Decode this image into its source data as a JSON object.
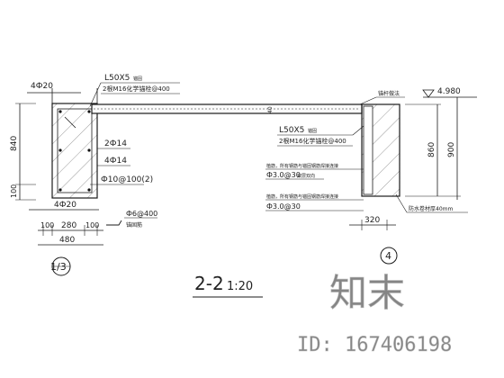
{
  "section": {
    "title_main": "2-2",
    "title_scale": "1:20"
  },
  "left_column": {
    "top_dim": "4Ф20",
    "height_dims": [
      "840",
      "100"
    ],
    "width_dims": [
      "100",
      "280",
      "100"
    ],
    "total_width": "480",
    "rebar_1": "2Ф14",
    "rebar_2": "4Ф14",
    "stirrup": "Ф10@100(2)",
    "bottom_rebar": "4Ф20",
    "tie_rebar": "Ф6@400",
    "tie_note": "锚固筋",
    "detail_ref": "1/3"
  },
  "callouts": {
    "angle_top_left": "L50X5",
    "anchor_top_left": "2根M16化学锚栓@400",
    "anchor_top_left_note": "锚固",
    "top_right_note": "锚杆做法",
    "angle_right": "L50X5",
    "anchor_right": "2根M16化学锚栓@400",
    "anchor_right_note": "锚固",
    "wall_note_1": "植筋，所有钢筋与锚固钢筋焊接连接",
    "rebar_right_1": "Ф3.0@30",
    "wall_note_2": "双层双向",
    "rebar_right_2": "Ф3.0@30",
    "bottom_note": "防水卷材厚40mm",
    "small_dim_40": "40"
  },
  "right_elevation": {
    "level": "4.980",
    "dims": [
      "860",
      "900"
    ],
    "bottom_dim": "320",
    "circle_label": "4"
  },
  "watermark": {
    "logo_text": "知末",
    "id_text": "ID: 167406198"
  }
}
